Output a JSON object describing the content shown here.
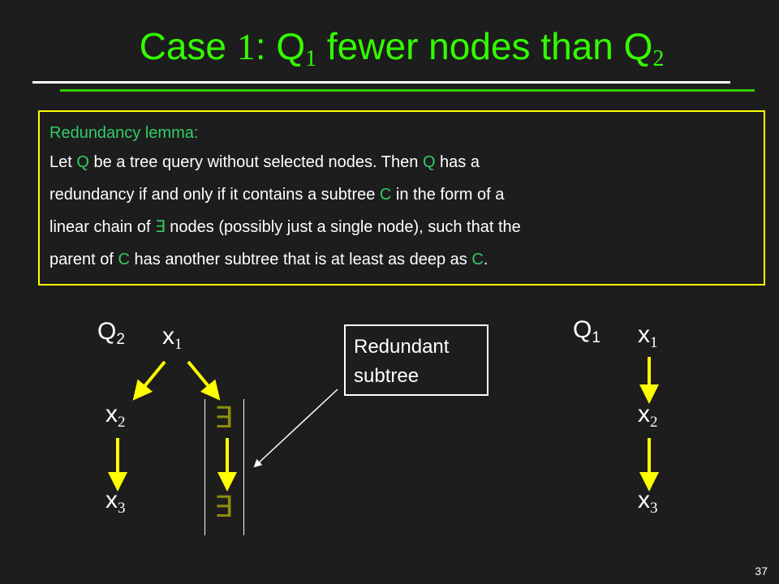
{
  "title": {
    "prefix": "Case ",
    "case_number": "1",
    "colon": ": Q",
    "q1_sub": "1",
    "middle": " fewer nodes than Q",
    "q2_sub": "2"
  },
  "lemma": {
    "heading": "Redundancy lemma:",
    "t1": "Let ",
    "t2": "Q",
    "t3": " be a tree query without selected nodes. Then ",
    "t4": "Q",
    "t5": " has a",
    "t6": "redundancy if and only if it contains a subtree ",
    "t7": "C",
    "t8": " in the form of a",
    "t9": "linear chain of ",
    "t10": "∃",
    "t11": " nodes (possibly just a single node), such that the",
    "t12": "parent of ",
    "t13": "C",
    "t14": " has another subtree that is at least as deep as ",
    "t15": "C",
    "t16": "."
  },
  "q2": {
    "label": "Q",
    "label_sub": "2",
    "root": "x",
    "root_sub": "1",
    "left_mid": "x",
    "left_mid_sub": "2",
    "left_leaf": "x",
    "left_leaf_sub": "3",
    "right_mid": "∃",
    "right_leaf": "∃"
  },
  "q1": {
    "label": "Q",
    "label_sub": "1",
    "n1": "x",
    "n1_sub": "1",
    "n2": "x",
    "n2_sub": "2",
    "n3": "x",
    "n3_sub": "3"
  },
  "callout": {
    "line1": "Redundant",
    "line2": "subtree"
  },
  "page_number": "37",
  "colors": {
    "title": "#33ff00",
    "highlight": "#33cc66",
    "box_border": "#ffff00",
    "arrow": "#ffff00",
    "background": "#1d1d1d"
  }
}
